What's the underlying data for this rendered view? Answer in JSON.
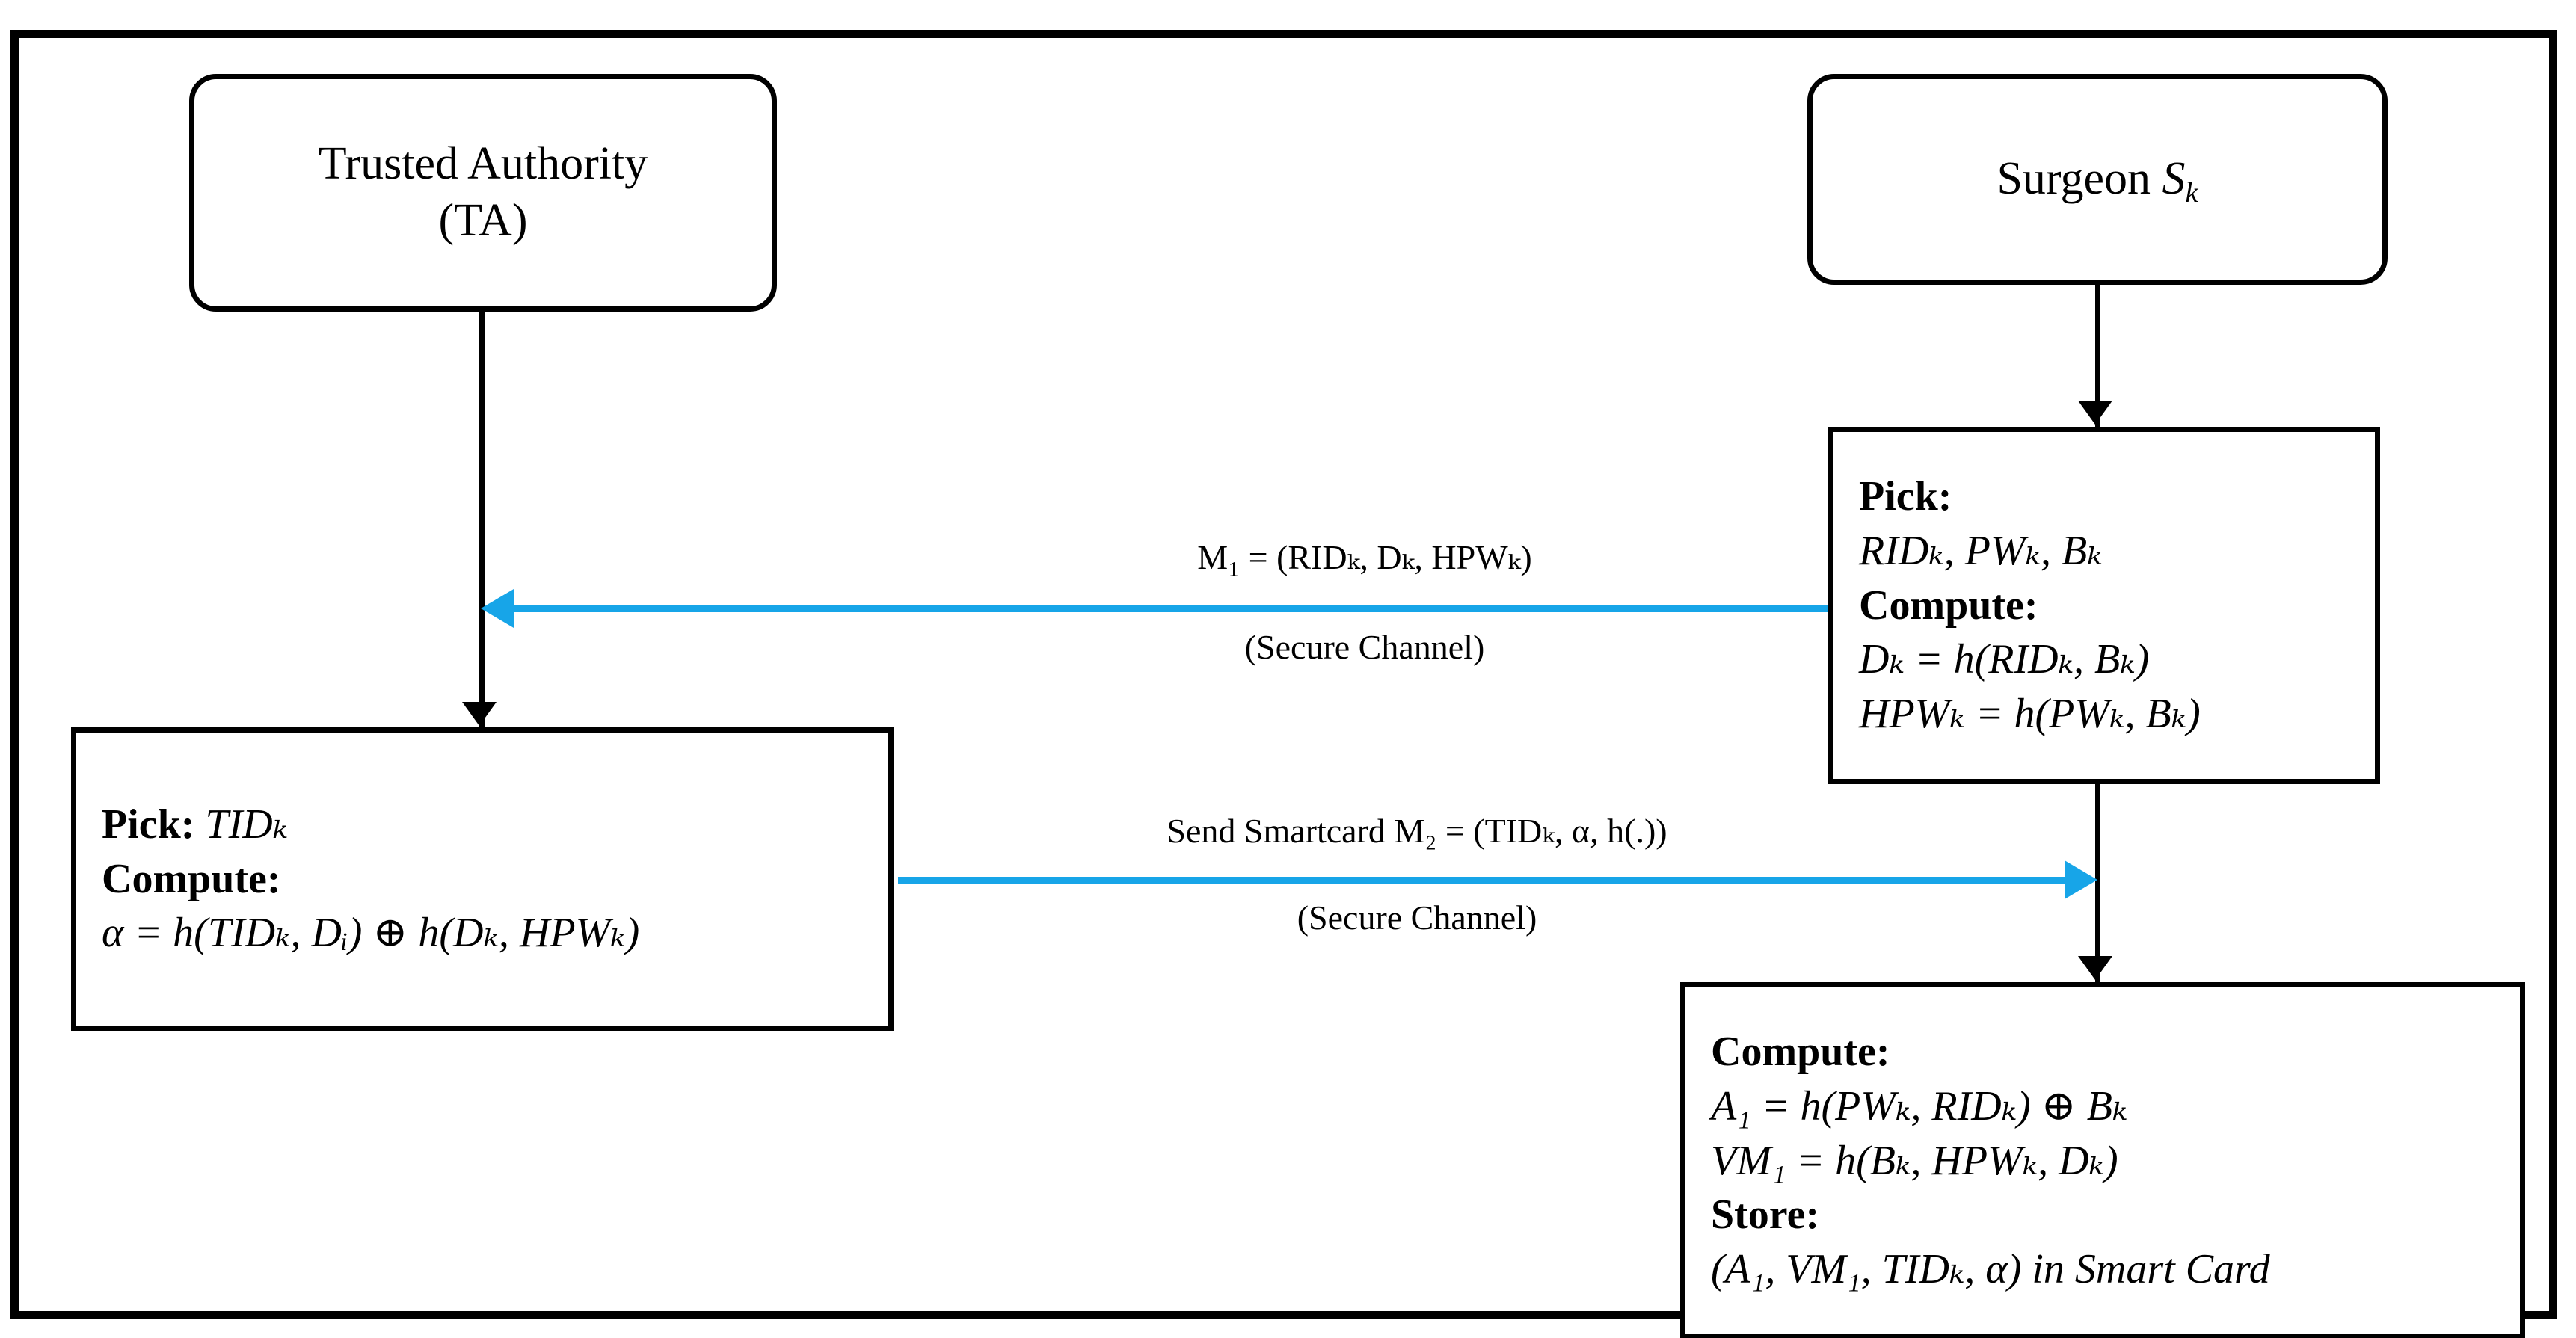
{
  "diagram": {
    "title": "Registration phase protocol diagram",
    "accent_color": "#17A5E8",
    "line_color": "#000000",
    "background_color": "#FFFFFF"
  },
  "parties": {
    "left": {
      "name": "trusted-authority",
      "line1": "Trusted Authority",
      "line2": "(TA)"
    },
    "right": {
      "name": "surgeon",
      "label_text": "Surgeon ",
      "label_symbol": "S",
      "label_subscript": "k"
    }
  },
  "boxes": {
    "surgeon_pick": {
      "heading_pick": "Pick:",
      "pick_values": "RIDₖ, PWₖ, Bₖ",
      "heading_compute": "Compute:",
      "compute_1": "Dₖ = h(RIDₖ, Bₖ)",
      "compute_2": "HPWₖ = h(PWₖ, Bₖ)"
    },
    "ta_compute": {
      "heading_pick": "Pick:",
      "pick_value": "TIDₖ",
      "heading_compute": "Compute:",
      "compute_1": "α = h(TIDₖ, Dᵢ) ⊕ h(Dₖ, HPWₖ)"
    },
    "surgeon_store": {
      "heading_compute": "Compute:",
      "compute_1": "A₁ = h(PWₖ, RIDₖ) ⊕ Bₖ",
      "compute_2": "VM₁ = h(Bₖ, HPWₖ, Dₖ)",
      "heading_store": "Store:",
      "store_value": "(A₁, VM₁, TIDₖ, α) in Smart Card"
    }
  },
  "messages": [
    {
      "id": "m1",
      "direction": "surgeon-to-ta",
      "label": "M₁ = (RIDₖ, Dₖ, HPWₖ)",
      "channel": "(Secure Channel)"
    },
    {
      "id": "m2",
      "direction": "ta-to-surgeon",
      "label": "Send Smartcard M₂ = (TIDₖ, α, h(.))",
      "channel": "(Secure Channel)"
    }
  ]
}
